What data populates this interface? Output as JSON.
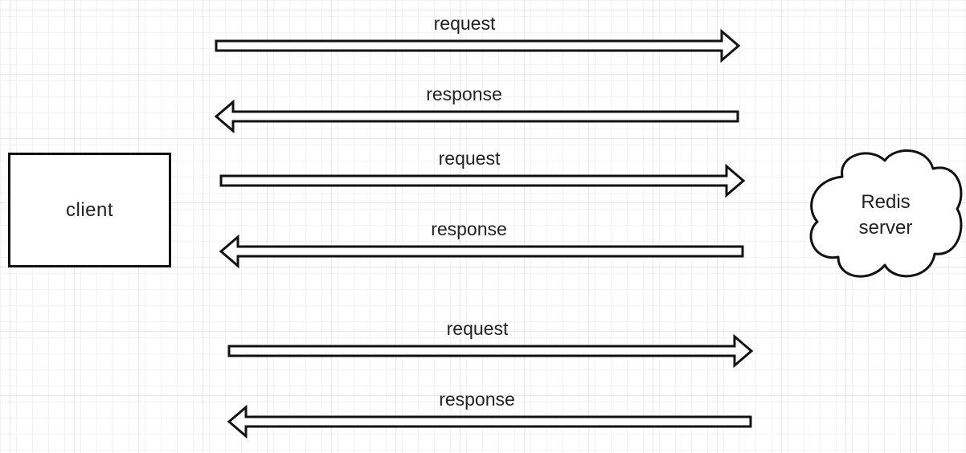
{
  "client": {
    "label": "client"
  },
  "server": {
    "line1": "Redis",
    "line2": "server"
  },
  "messages": [
    {
      "direction": "to-server",
      "label": "request"
    },
    {
      "direction": "to-client",
      "label": "response"
    },
    {
      "direction": "to-server",
      "label": "request"
    },
    {
      "direction": "to-client",
      "label": "response"
    },
    {
      "direction": "to-server",
      "label": "request"
    },
    {
      "direction": "to-client",
      "label": "response"
    }
  ],
  "colors": {
    "stroke": "#111111",
    "text": "#222222"
  }
}
